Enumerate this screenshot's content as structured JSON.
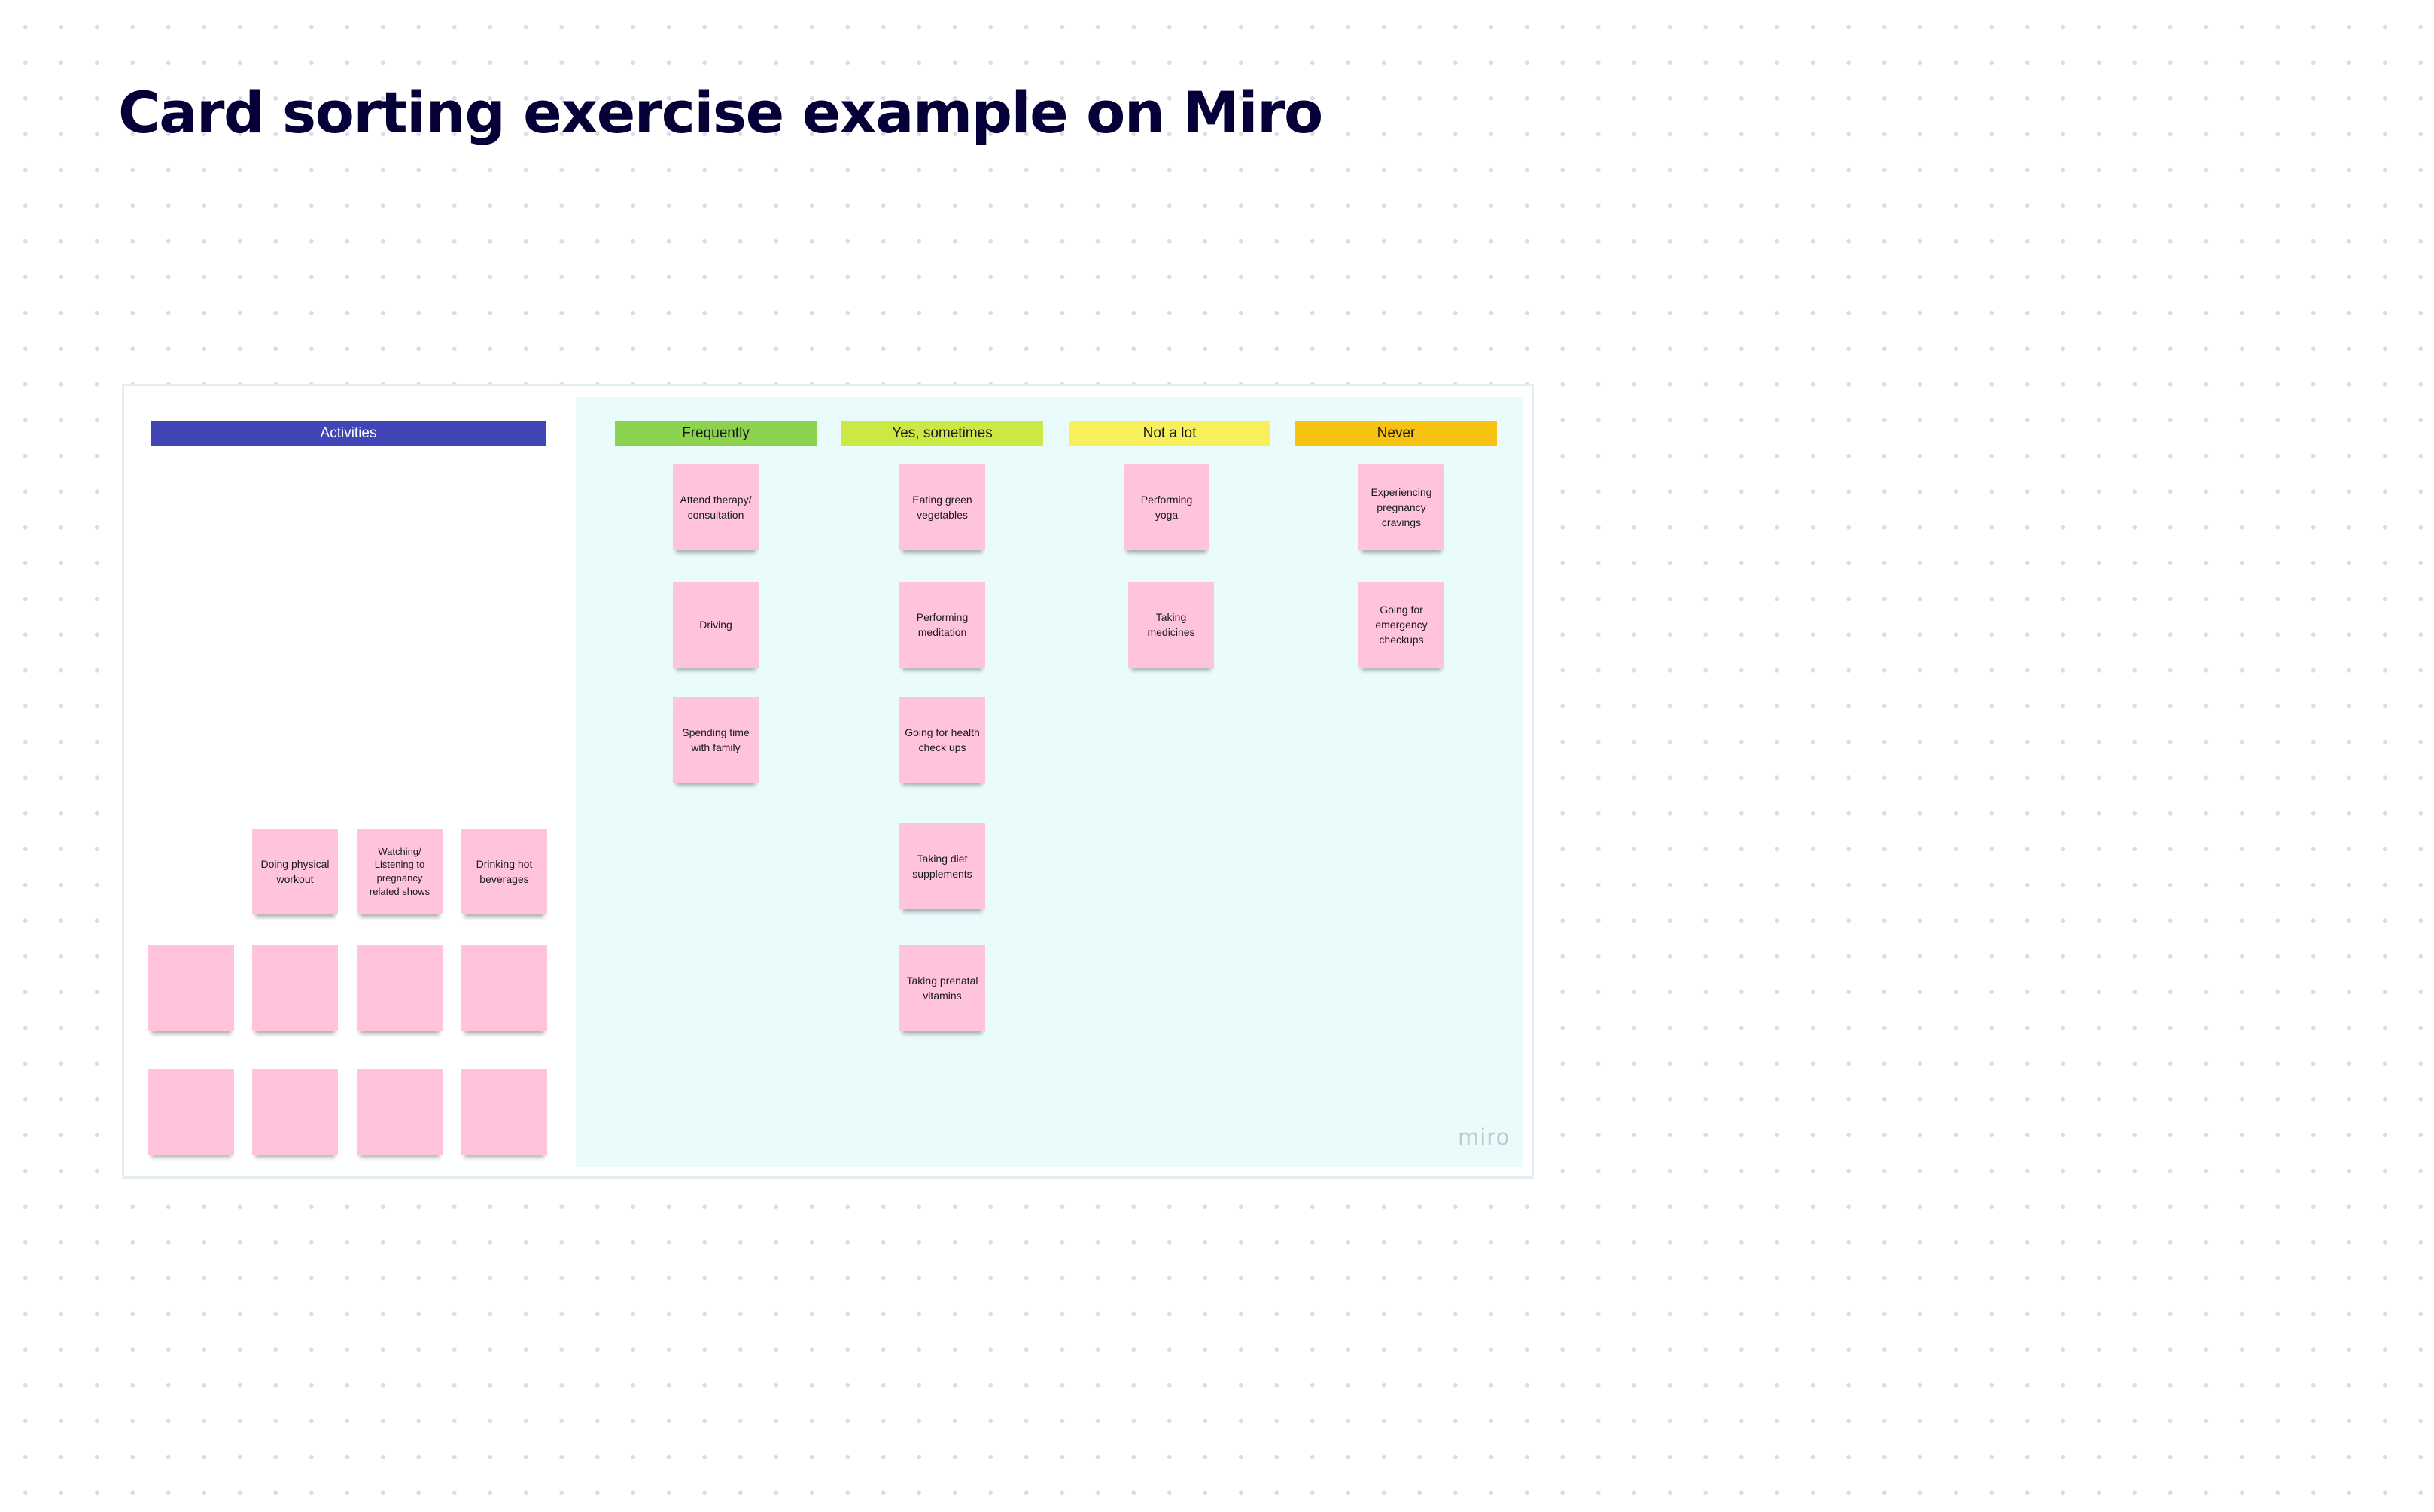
{
  "title": "Card sorting exercise example on Miro",
  "colors": {
    "activities_header": "#4145b5",
    "frequently_header": "#8bd24f",
    "sometimes_header": "#cbe845",
    "not_a_lot_header": "#f7ef5c",
    "never_header": "#f8c212",
    "sorted_area_background": "#eafbfc",
    "sticky_note": "#ffc4dc"
  },
  "activities": {
    "label": "Activities",
    "cards": [
      "Doing physical workout",
      "Watching/ Listening to pregnancy related shows",
      "Drinking hot beverages"
    ],
    "blank_card_count": 8
  },
  "categories": [
    {
      "label": "Frequently",
      "cards": [
        "Attend therapy/ consultation",
        "Driving",
        "Spending time with family"
      ]
    },
    {
      "label": "Yes, sometimes",
      "cards": [
        "Eating green vegetables",
        "Performing meditation",
        "Going for health check ups",
        "Taking diet supplements",
        "Taking prenatal vitamins"
      ]
    },
    {
      "label": "Not a lot",
      "cards": [
        "Performing yoga",
        "Taking medicines"
      ]
    },
    {
      "label": "Never",
      "cards": [
        "Experiencing pregnancy cravings",
        "Going for emergency checkups"
      ]
    }
  ],
  "brand": "miro"
}
